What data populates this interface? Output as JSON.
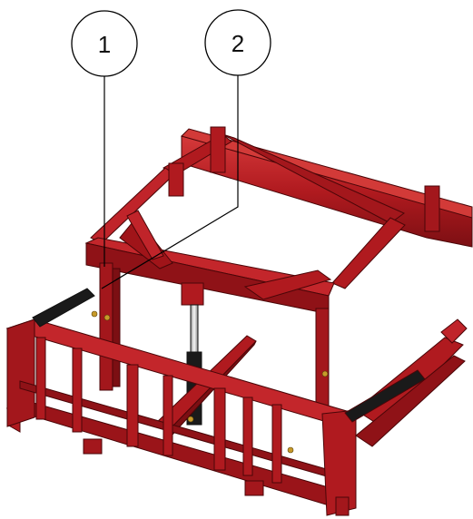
{
  "colors": {
    "frame": "#b01a1f",
    "frame_dark": "#7c0f13",
    "frame_light": "#d23a38",
    "outline": "#4a0608",
    "cylinder": "#1a1a1a",
    "rod": "#e6e6e6",
    "brass": "#c79a2a"
  },
  "callouts": [
    {
      "label": "1",
      "target": "post-pivot-left"
    },
    {
      "label": "2",
      "target": "diagonal-brace"
    }
  ],
  "icons": [
    "hydraulic-cylinder-icon",
    "bolt-icon"
  ]
}
